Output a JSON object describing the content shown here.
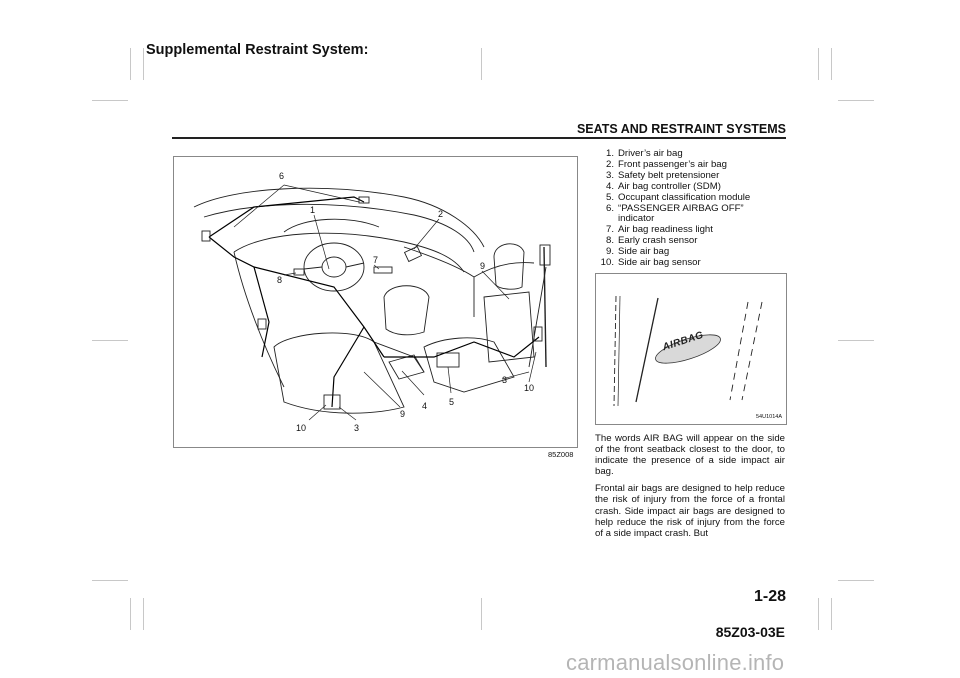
{
  "header": {
    "section_label": "Supplemental Restraint System:",
    "chapter_title": "SEATS AND RESTRAINT SYSTEMS"
  },
  "figure_main": {
    "code": "85Z008",
    "callouts": [
      "1",
      "2",
      "3",
      "3",
      "4",
      "5",
      "6",
      "7",
      "8",
      "9",
      "9",
      "10",
      "10"
    ]
  },
  "legend": [
    {
      "num": "1.",
      "lines": [
        "Driver’s air bag"
      ]
    },
    {
      "num": "2.",
      "lines": [
        "Front passenger’s air bag"
      ]
    },
    {
      "num": "3.",
      "lines": [
        "Safety belt pretensioner"
      ]
    },
    {
      "num": "4.",
      "lines": [
        "Air bag controller (SDM)"
      ]
    },
    {
      "num": "5.",
      "lines": [
        "Occupant classification module"
      ]
    },
    {
      "num": "6.",
      "lines": [
        "“PASSENGER AIRBAG OFF”",
        "indicator"
      ]
    },
    {
      "num": "7.",
      "lines": [
        "Air bag readiness light"
      ]
    },
    {
      "num": "8.",
      "lines": [
        "Early crash sensor"
      ]
    },
    {
      "num": "9.",
      "lines": [
        "Side air bag"
      ]
    },
    {
      "num": "10.",
      "lines": [
        "Side air bag sensor"
      ]
    }
  ],
  "figure_small": {
    "code": "54U1014A",
    "tag_text": "AIRBAG"
  },
  "body": {
    "para1": "The words AIR BAG will appear on the side of the front seatback closest to the door, to indicate the presence of a side impact air bag.",
    "para2": "Frontal air bags are designed to help reduce the risk of injury from the force of a frontal crash. Side impact air bags are designed to help reduce the risk of injury from the force of a side impact crash. But"
  },
  "footer": {
    "page_number": "1-28",
    "doc_code": "85Z03-03E",
    "watermark": "carmanualsonline.info"
  }
}
